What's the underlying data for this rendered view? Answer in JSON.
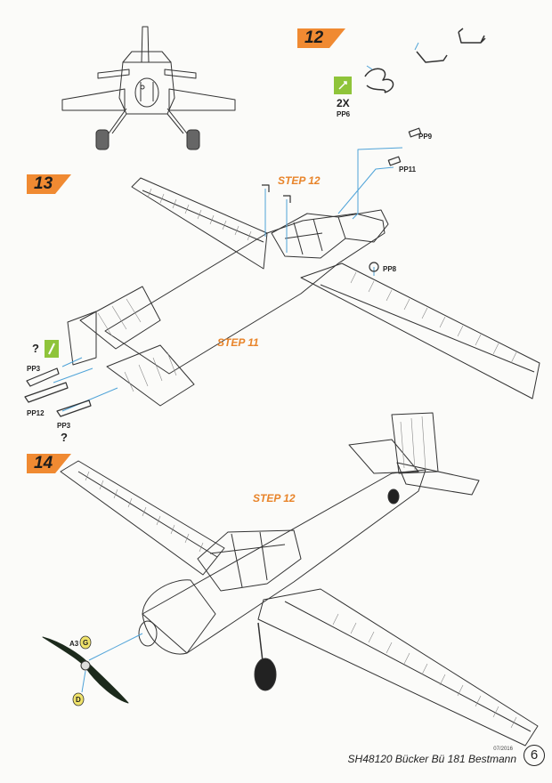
{
  "steps": [
    {
      "number": "12"
    },
    {
      "number": "13"
    },
    {
      "number": "14"
    }
  ],
  "references": {
    "step13_a": "STEP 12",
    "step13_b": "STEP 11",
    "step14_a": "STEP 12"
  },
  "parts": {
    "pp6_qty": "2X",
    "pp6": "PP6",
    "pp9": "PP9",
    "pp11": "PP11",
    "pp8": "PP8",
    "pp3_top": "PP3",
    "pp12": "PP12",
    "pp3_bottom": "PP3",
    "a3": "A3",
    "g_marker": "G",
    "d_marker": "D"
  },
  "question_marks": [
    "?",
    "?"
  ],
  "footer": {
    "date": "07/2016",
    "title": "SH48120 Bücker Bü 181 Bestmann",
    "page": "6"
  },
  "colors": {
    "step_flag": "#f08a32",
    "step_text": "#e8842a",
    "leader_line": "#4fa3d8",
    "green_icon": "#8fc43a",
    "propeller": "#1c2a1c"
  }
}
